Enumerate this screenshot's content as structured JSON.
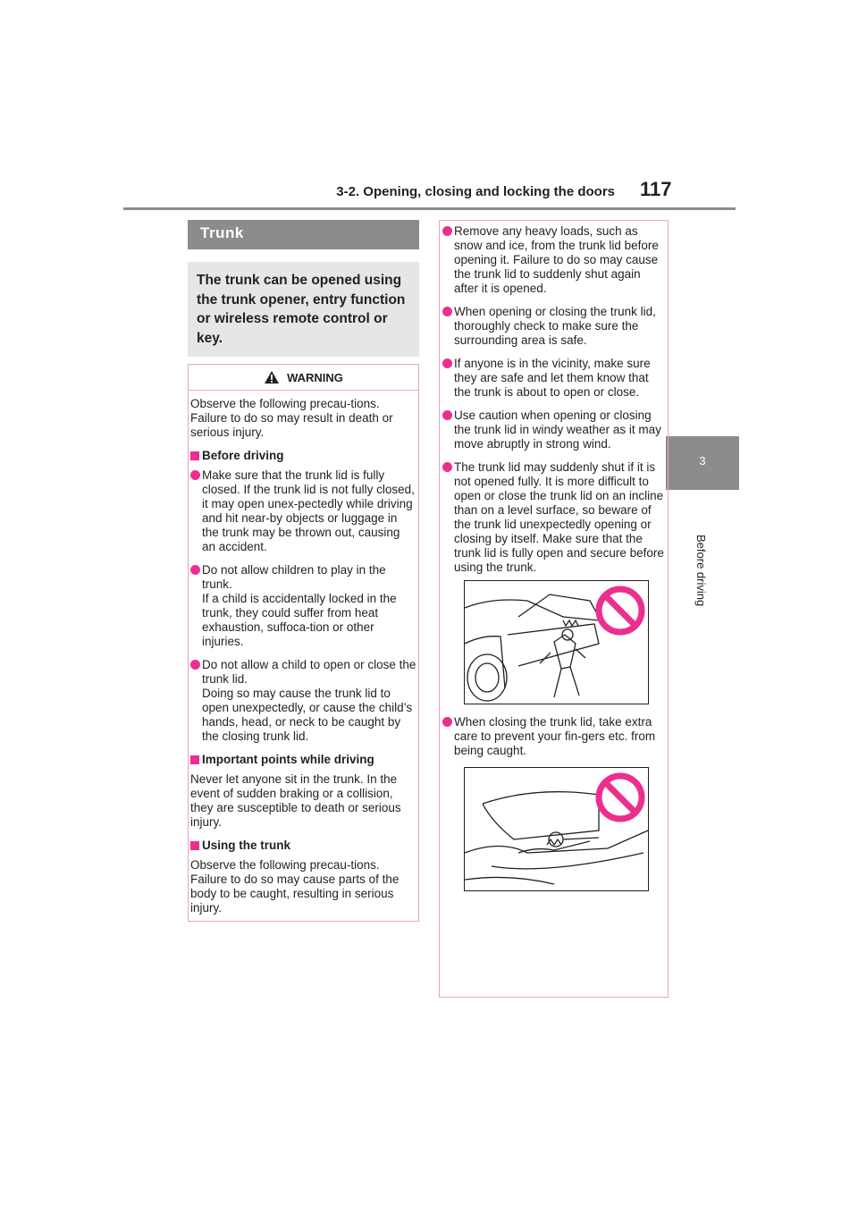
{
  "header": {
    "title": "3-2. Opening, closing and locking the doors",
    "page_number": "117"
  },
  "side_tab": {
    "chapter_number": "3",
    "chapter_label": "Before driving"
  },
  "section": {
    "title": "Trunk",
    "intro": "The trunk can be opened using the trunk opener, entry function or wireless remote control or key."
  },
  "warning": {
    "label": "WARNING",
    "lead": [
      "Observe the following precau-tions.",
      "Failure to do so may result in death or serious injury."
    ],
    "sub1": "Before driving",
    "bullets1": [
      "Make sure that the trunk lid is fully closed. If the trunk lid is not fully closed, it may open unex-pectedly while driving and hit near-by objects or luggage in the trunk may be thrown out, causing an accident.",
      "Do not allow children to play in the trunk.",
      "Do not allow a child to open or close the trunk lid."
    ],
    "bullet2_cont": "If a child is accidentally locked in the trunk, they could suffer from heat exhaustion, suffoca-tion or other injuries.",
    "bullet3_cont": "Doing so may cause the trunk lid to open unexpectedly, or cause the child’s hands, head, or neck to be caught by the closing trunk lid.",
    "sub2": "Important points while driving",
    "para2": "Never let anyone sit in the trunk. In the event of sudden braking or a collision, they are susceptible to death or serious injury.",
    "sub3": "Using the trunk",
    "para3a": "Observe the following precau-tions.",
    "para3b": "Failure to do so may cause parts of the body to be caught, resulting in serious injury."
  },
  "right_bullets": [
    "Remove any heavy loads, such as snow and ice, from the trunk lid before opening it. Failure to do so may cause the trunk lid to suddenly shut again after it is opened.",
    "When opening or closing the trunk lid, thoroughly check to make sure the surrounding area is safe.",
    "If anyone is in the vicinity, make sure they are safe and let them know that the trunk is about to open or close.",
    "Use caution when opening or closing the trunk lid in windy weather as it may move abruptly in strong wind.",
    "The trunk lid may suddenly shut if it is not opened fully. It is more difficult to open or close the trunk lid on an incline than on a level surface, so beware of the trunk lid unexpectedly opening or closing by itself. Make sure that the trunk lid is fully open and secure before using the trunk.",
    "When closing the trunk lid, take extra care to prevent your fin-gers etc. from being caught."
  ],
  "colors": {
    "accent": "#ec2f8f",
    "border": "#e9a0c9",
    "gray": "#8c8c8c",
    "light_gray": "#e6e6e6"
  },
  "icons": [
    "warning-triangle-icon",
    "prohibited-icon"
  ]
}
